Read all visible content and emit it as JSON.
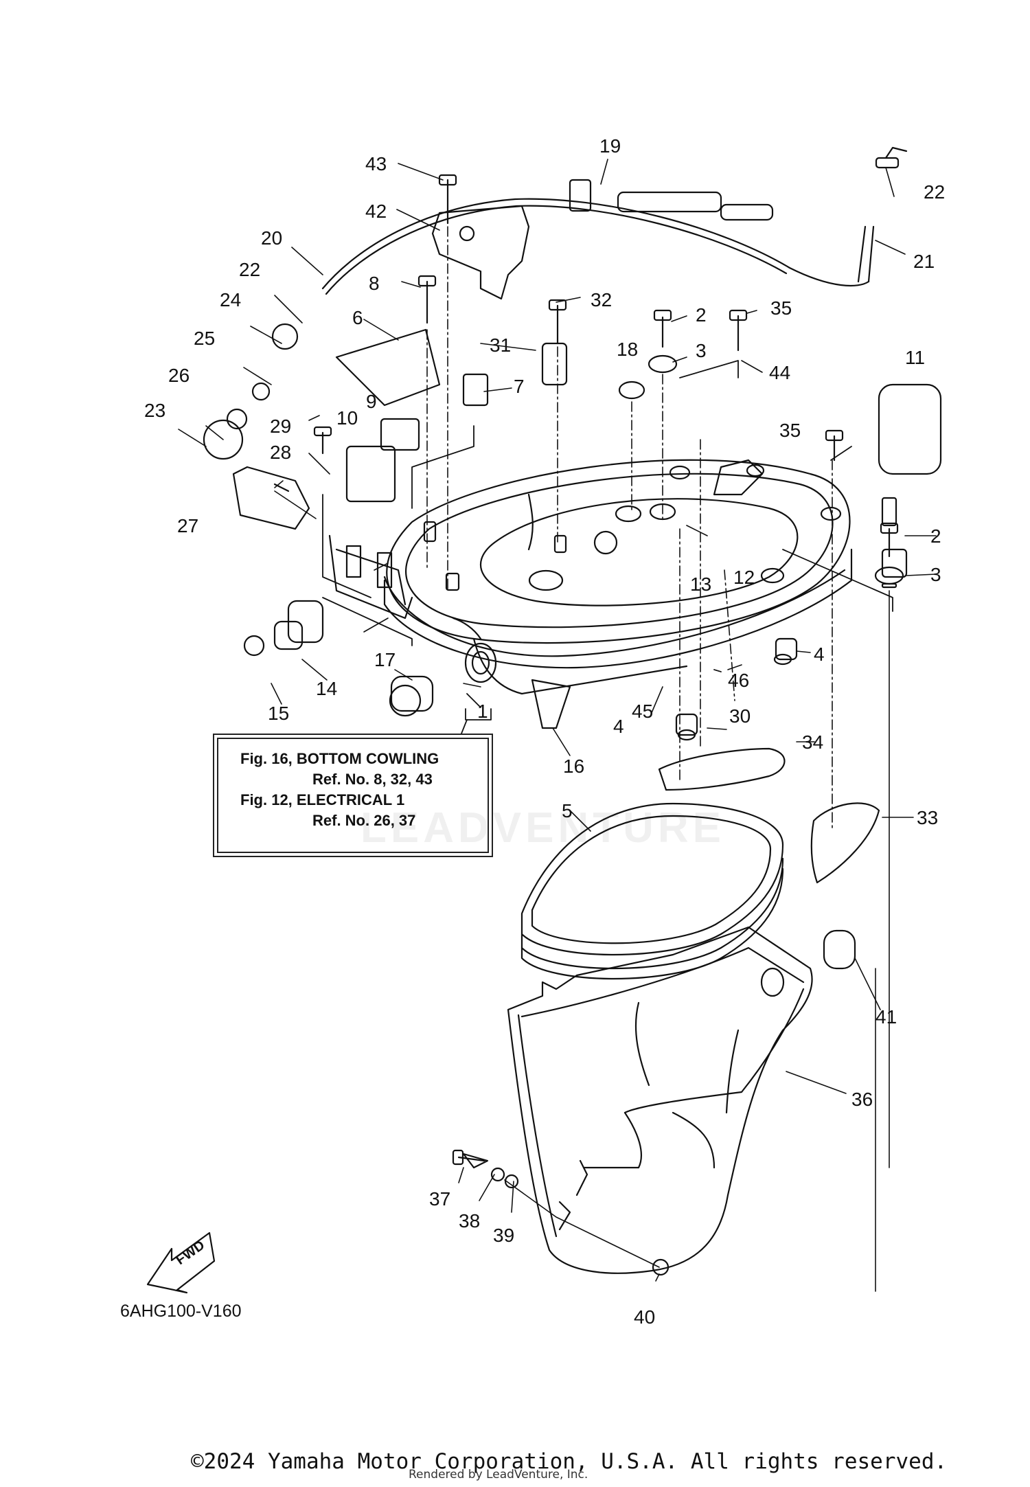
{
  "diagram": {
    "callouts": [
      {
        "id": "c1",
        "label": "1"
      },
      {
        "id": "c2a",
        "label": "2"
      },
      {
        "id": "c2b",
        "label": "2"
      },
      {
        "id": "c3a",
        "label": "3"
      },
      {
        "id": "c3b",
        "label": "3"
      },
      {
        "id": "c4a",
        "label": "4"
      },
      {
        "id": "c4b",
        "label": "4"
      },
      {
        "id": "c5",
        "label": "5"
      },
      {
        "id": "c6",
        "label": "6"
      },
      {
        "id": "c7",
        "label": "7"
      },
      {
        "id": "c8",
        "label": "8"
      },
      {
        "id": "c9",
        "label": "9"
      },
      {
        "id": "c10",
        "label": "10"
      },
      {
        "id": "c11",
        "label": "11"
      },
      {
        "id": "c12",
        "label": "12"
      },
      {
        "id": "c13",
        "label": "13"
      },
      {
        "id": "c14",
        "label": "14"
      },
      {
        "id": "c15",
        "label": "15"
      },
      {
        "id": "c16",
        "label": "16"
      },
      {
        "id": "c17",
        "label": "17"
      },
      {
        "id": "c18",
        "label": "18"
      },
      {
        "id": "c19",
        "label": "19"
      },
      {
        "id": "c20",
        "label": "20"
      },
      {
        "id": "c21",
        "label": "21"
      },
      {
        "id": "c22a",
        "label": "22"
      },
      {
        "id": "c22b",
        "label": "22"
      },
      {
        "id": "c23",
        "label": "23"
      },
      {
        "id": "c24",
        "label": "24"
      },
      {
        "id": "c25",
        "label": "25"
      },
      {
        "id": "c26",
        "label": "26"
      },
      {
        "id": "c27",
        "label": "27"
      },
      {
        "id": "c28",
        "label": "28"
      },
      {
        "id": "c29",
        "label": "29"
      },
      {
        "id": "c30",
        "label": "30"
      },
      {
        "id": "c31",
        "label": "31"
      },
      {
        "id": "c32",
        "label": "32"
      },
      {
        "id": "c33",
        "label": "33"
      },
      {
        "id": "c34",
        "label": "34"
      },
      {
        "id": "c35a",
        "label": "35"
      },
      {
        "id": "c35b",
        "label": "35"
      },
      {
        "id": "c36",
        "label": "36"
      },
      {
        "id": "c37",
        "label": "37"
      },
      {
        "id": "c38",
        "label": "38"
      },
      {
        "id": "c39",
        "label": "39"
      },
      {
        "id": "c40",
        "label": "40"
      },
      {
        "id": "c41",
        "label": "41"
      },
      {
        "id": "c42",
        "label": "42"
      },
      {
        "id": "c43",
        "label": "43"
      },
      {
        "id": "c44",
        "label": "44"
      },
      {
        "id": "c45",
        "label": "45"
      },
      {
        "id": "c46",
        "label": "46"
      }
    ],
    "reference_box": {
      "line1": "Fig. 16, BOTTOM COWLING",
      "line2": "Ref. No. 8, 32, 43",
      "line3": "Fig. 12, ELECTRICAL 1",
      "line4": "Ref. No. 26, 37"
    },
    "fwd_label": "FWD",
    "drawing_code": "6AHG100-V160",
    "watermark": "LEADVENTURE",
    "copyright": "©2024 Yamaha Motor Corporation, U.S.A. All rights reserved.",
    "rendered_by": "Rendered by LeadVenture, Inc."
  },
  "colors": {
    "line": "#111111",
    "background": "#ffffff"
  }
}
